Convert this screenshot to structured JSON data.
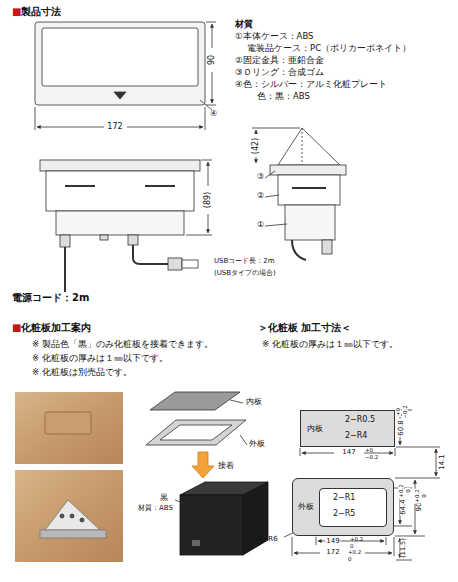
{
  "diagram": {
    "title": "■製品寸法",
    "nodes": [
      {
        "text": [
          "内板",
          "2−R0.5",
          "2−R4"
        ]
      },
      {
        "text": [
          "外板",
          "2−R1",
          "2−R5"
        ]
      }
    ],
    "labels": [
      "材質",
      "①本体ケース：ABS",
      "電装品ケース：PC（ポリカーボネイト）",
      "②固定金具：亜鉛合金",
      "③Ｏリング：合成ゴム",
      "④色：シルバー：アルミ化粧プレート",
      "色：黒：ABS",
      "90",
      "④",
      "172",
      "(42)",
      "③",
      "②",
      "①",
      "(89)",
      "USBコード長：2m",
      "(USBタイプの場合)",
      "電源コード：2m",
      "■化粧板加工案内",
      "※ 製品色「黒」のみ化粧板を接着できます。",
      "※ 化粧板の厚みは１㎜以下です。",
      "※ 化粧板は別売品です。",
      "＞化粧板 加工寸法＜",
      "※ 化粧板の厚みは１㎜以下です。",
      "内板",
      "外板",
      "接着",
      "黒",
      "材質：ABS",
      "60.8",
      "+0",
      "−0.2",
      "147",
      "+0",
      "−0.2",
      "14.1",
      "64.4",
      "+0.2",
      "0",
      "90",
      "+0.2",
      "0",
      "149",
      "+0.2",
      "0",
      "172",
      "+0.2",
      "0",
      "4−R6",
      "(11.5)"
    ]
  }
}
